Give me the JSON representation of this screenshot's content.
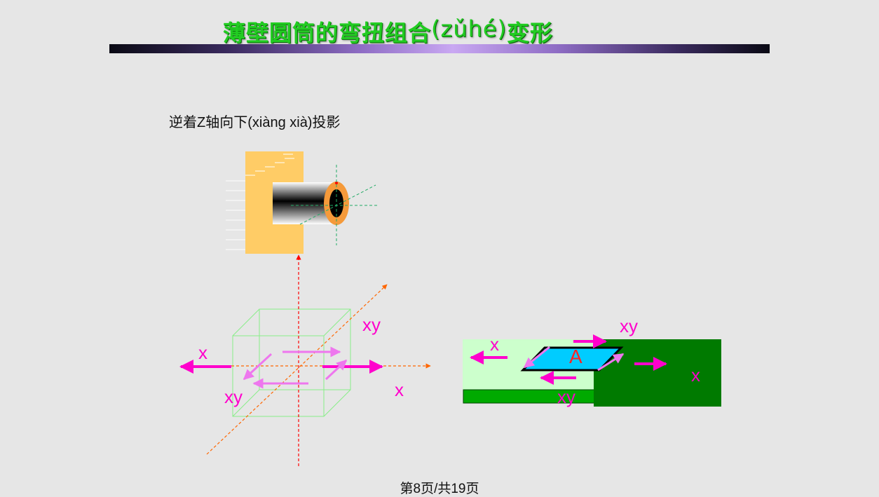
{
  "slide": {
    "title_main": "薄壁圆筒的弯扭组合",
    "title_pinyin": "(zǔhé)",
    "title_end": "变形",
    "caption": "逆着Z轴向下(xiàng xià)投影",
    "footer": "第8页/共19页"
  },
  "labels": {
    "cube_x_left": "x",
    "cube_xy_top": "xy",
    "cube_xy_bottom": "xy",
    "cube_x_right": "x",
    "plate_x_left": "x",
    "plate_xy_top": "xy",
    "plate_a": "A",
    "plate_x_right": "x",
    "plate_xy_bottom": "xy"
  },
  "colors": {
    "title_green": "#22cc22",
    "stress_magenta": "#ff00cc",
    "wall_orange": "#ffcc66",
    "ring_orange": "#f59a3a",
    "dark_green": "#007a00",
    "light_green": "#ccffcc",
    "element_cyan": "#00ccff"
  }
}
